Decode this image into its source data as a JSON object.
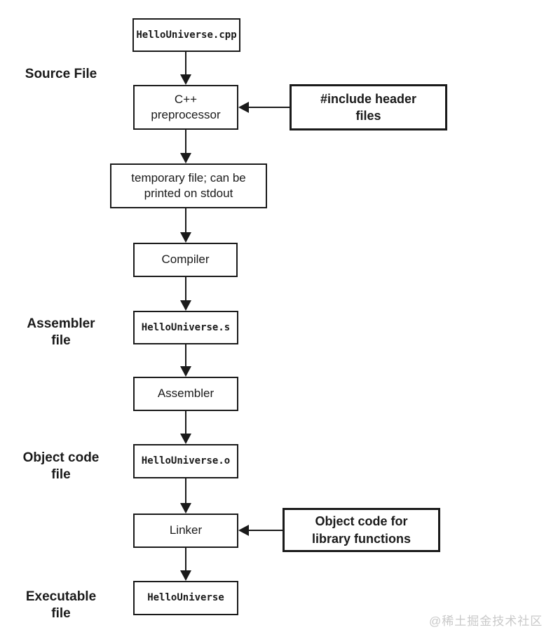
{
  "diagram": {
    "stage_labels": {
      "source": [
        "Source File"
      ],
      "assembler": [
        "Assembler",
        "file"
      ],
      "object_code": [
        "Object code",
        "file"
      ],
      "executable": [
        "Executable",
        "file"
      ]
    },
    "nodes": {
      "source_file": "HelloUniverse.cpp",
      "preprocessor": [
        "C++",
        "preprocessor"
      ],
      "include_headers": [
        "#include header",
        "files"
      ],
      "temporary_file": [
        "temporary file; can be",
        "printed on stdout"
      ],
      "compiler": "Compiler",
      "assembly_file": "HelloUniverse.s",
      "assembler": "Assembler",
      "object_file": "HelloUniverse.o",
      "linker": "Linker",
      "library_object_code": [
        "Object code for",
        "library functions"
      ],
      "executable_file": "HelloUniverse"
    },
    "watermark": "@稀土掘金技术社区",
    "colors": {
      "line": "#1a1a1a",
      "box_background": "#ffffff",
      "page_background": "#ffffff",
      "watermark": "#c9c9c9"
    }
  }
}
